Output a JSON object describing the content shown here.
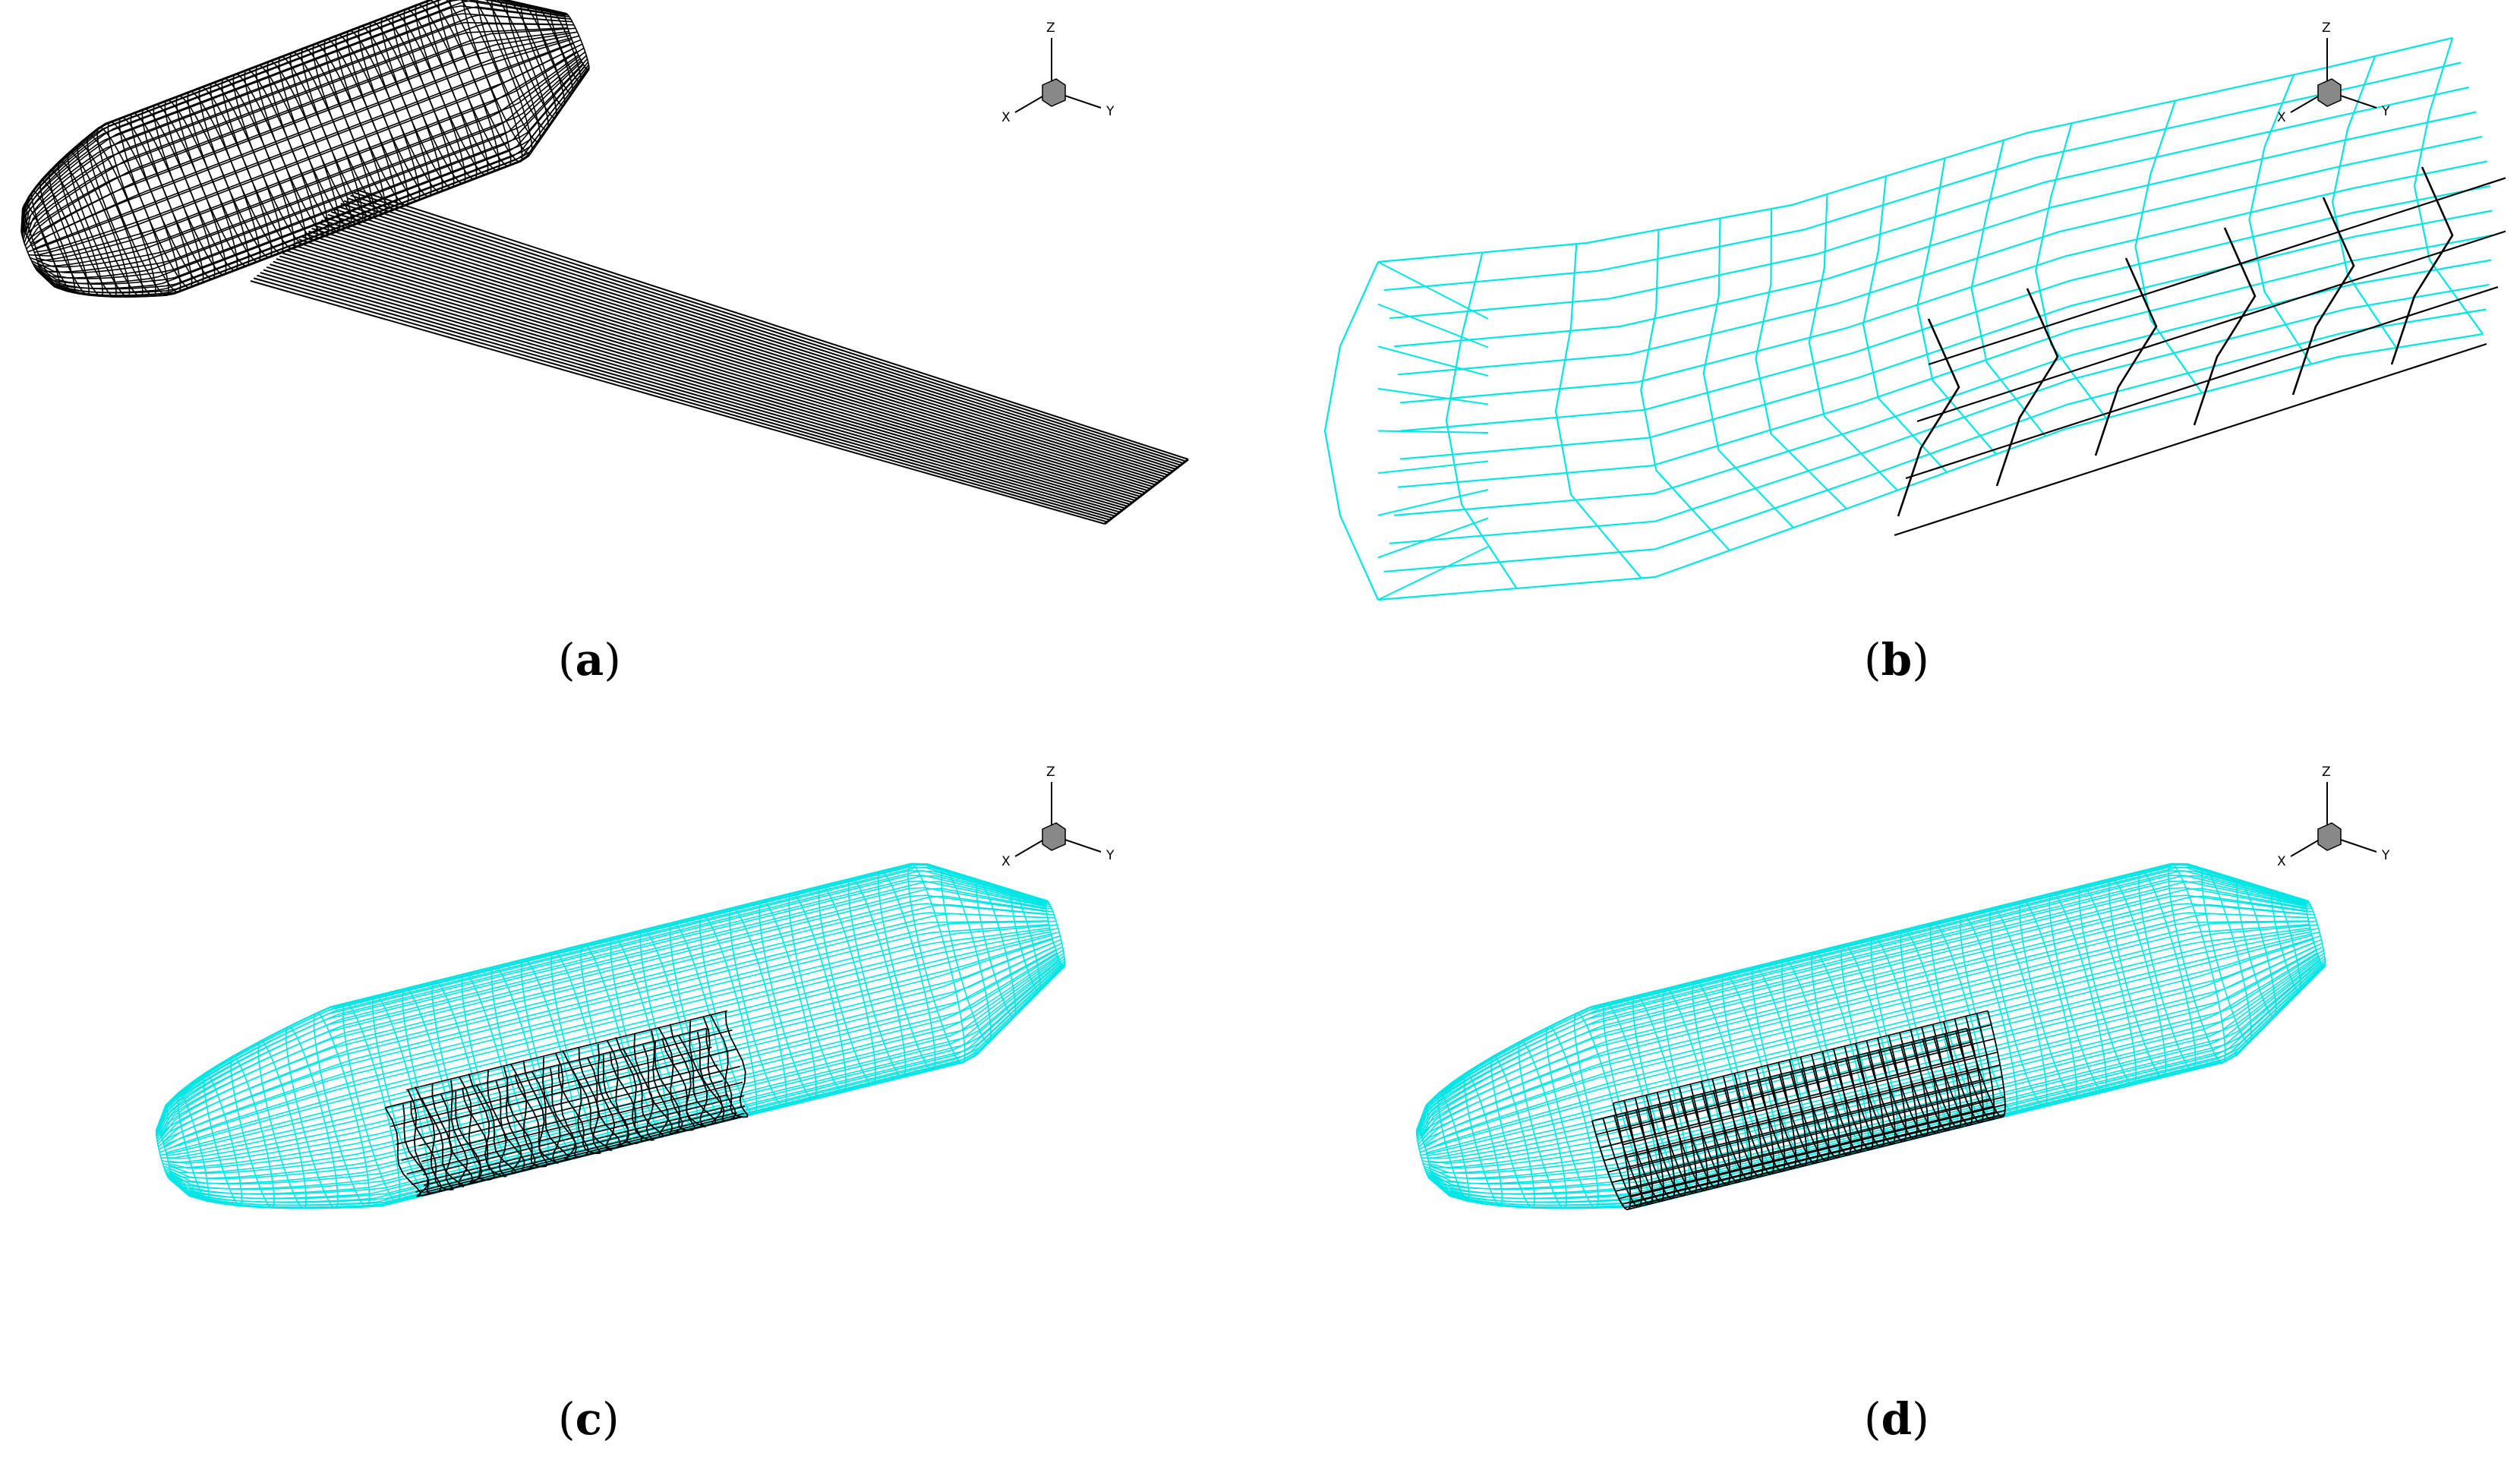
{
  "figure": {
    "panels": [
      {
        "id": "a",
        "letter": "a",
        "caption_open": "(",
        "caption_close": ")"
      },
      {
        "id": "b",
        "letter": "b",
        "caption_open": "(",
        "caption_close": ")"
      },
      {
        "id": "c",
        "letter": "c",
        "caption_open": "(",
        "caption_close": ")"
      },
      {
        "id": "d",
        "letter": "d",
        "caption_open": "(",
        "caption_close": ")"
      }
    ],
    "axis_triad": {
      "z": "Z",
      "x": "X",
      "y": "Y"
    },
    "colors": {
      "mesh_black": "#000000",
      "mesh_cyan": "#00e5e5",
      "triad_cube": "#888888"
    }
  }
}
